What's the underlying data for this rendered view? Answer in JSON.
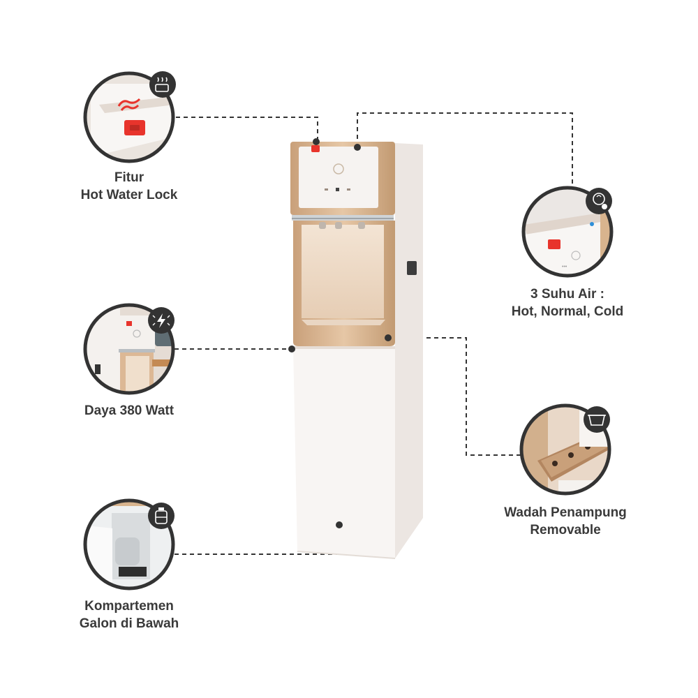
{
  "features": {
    "hot_lock": {
      "line1": "Fitur",
      "line2": "Hot Water Lock",
      "icon": "hot-water-icon"
    },
    "power": {
      "line1": "Daya 380 Watt",
      "icon": "lightning-icon"
    },
    "gallon": {
      "line1": "Kompartemen",
      "line2": "Galon di Bawah",
      "icon": "gallon-bottle-icon"
    },
    "temps": {
      "line1": "3 Suhu Air :",
      "line2": "Hot, Normal, Cold",
      "icon": "temperature-icon"
    },
    "drip_tray": {
      "line1": "Wadah Penampung",
      "line2": "Removable",
      "icon": "tray-icon"
    }
  },
  "colors": {
    "gold": "#d8b48e",
    "gold_dark": "#c29a72",
    "body_white": "#f7f3f1",
    "hot_red": "#e8342c",
    "cold_blue": "#2f8fd8",
    "icon_badge": "#333333",
    "label_text": "#3a3a3a",
    "connector": "#333333"
  }
}
